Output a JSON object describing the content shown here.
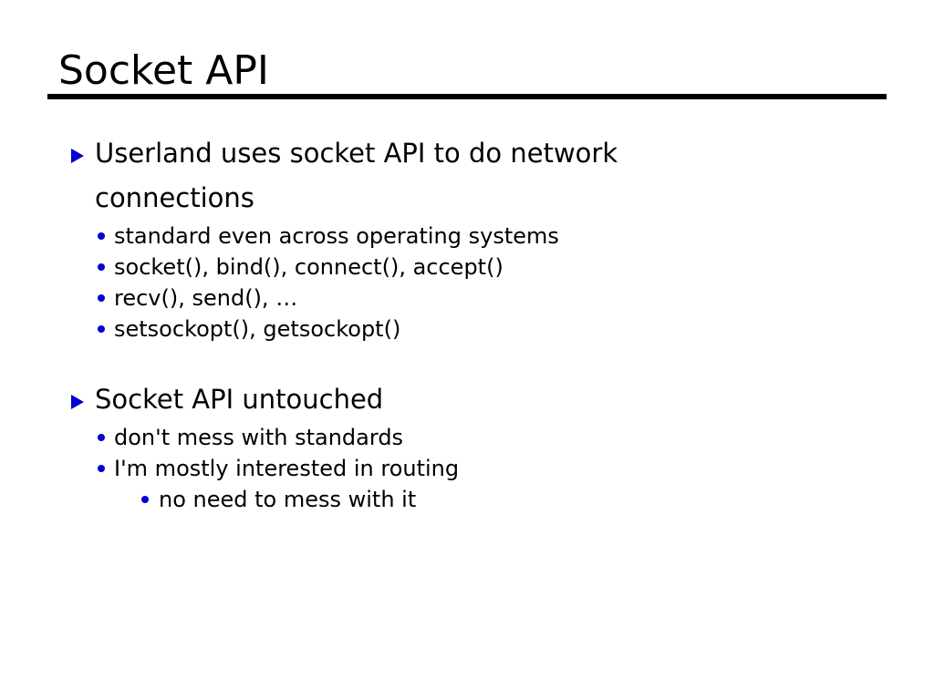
{
  "slide": {
    "title": "Socket API",
    "accent_color": "#0000d0",
    "text_color": "#000000",
    "background_color": "#ffffff",
    "rule_color": "#000000",
    "bullet_markers": {
      "level1": "blue-triangle",
      "level2": "blue-disc",
      "level3": "blue-disc"
    },
    "groups": [
      {
        "heading": "Userland uses socket API to do network connections",
        "items": [
          {
            "level": 2,
            "text": "standard even across operating systems"
          },
          {
            "level": 2,
            "text": "socket(), bind(), connect(), accept()"
          },
          {
            "level": 2,
            "text": "recv(), send(), …"
          },
          {
            "level": 2,
            "text": "setsockopt(), getsockopt()"
          }
        ]
      },
      {
        "heading": "Socket API untouched",
        "items": [
          {
            "level": 2,
            "text": "don't mess with standards"
          },
          {
            "level": 2,
            "text": "I'm mostly interested in routing"
          },
          {
            "level": 3,
            "text": "no need to mess with it"
          }
        ]
      }
    ]
  }
}
